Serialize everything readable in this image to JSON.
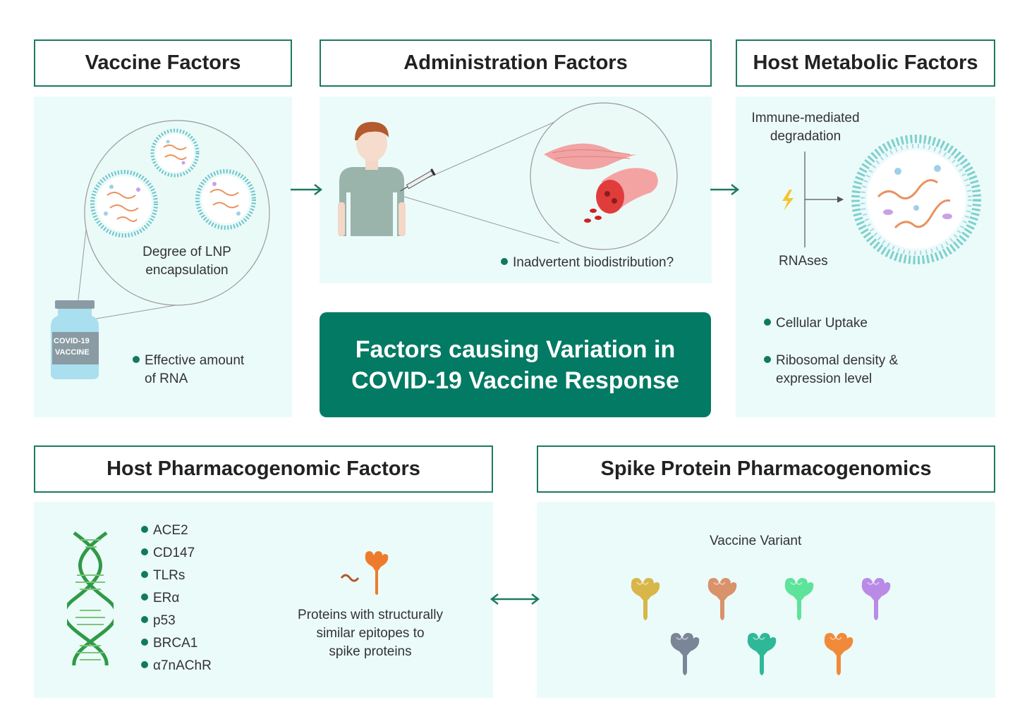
{
  "headers": {
    "vaccine": "Vaccine Factors",
    "administration": "Administration Factors",
    "host_metabolic": "Host Metabolic Factors",
    "host_pharmacogenomic": "Host Pharmacogenomic Factors",
    "spike": "Spike Protein Pharmacogenomics"
  },
  "center_title": {
    "line1": "Factors causing Variation in",
    "line2": "COVID-19 Vaccine Response"
  },
  "vaccine": {
    "vial_label_line1": "COVID-19",
    "vial_label_line2": "VACCINE",
    "lnp_label_line1": "Degree of LNP",
    "lnp_label_line2": "encapsulation",
    "bullet_line1": "Effective amount",
    "bullet_line2": "of RNA"
  },
  "administration": {
    "bullet": "Inadvertent biodistribution?"
  },
  "host_metabolic": {
    "immune_line1": "Immune-mediated",
    "immune_line2": "degradation",
    "rnases": "RNAses",
    "bullet1": "Cellular Uptake",
    "bullet2_line1": "Ribosomal density &",
    "bullet2_line2": "expression level"
  },
  "host_pharmacogenomic": {
    "genes": [
      "ACE2",
      "CD147",
      "TLRs",
      "ERα",
      "p53",
      "BRCA1",
      "α7nAChR"
    ],
    "proteins_line1": "Proteins with structurally",
    "proteins_line2": "similar epitopes to",
    "proteins_line3": "spike proteins"
  },
  "spike": {
    "variant_label": "Vaccine Variant",
    "variant_colors": [
      "#d8b64a",
      "#d9926a",
      "#5ee39a",
      "#b98be6",
      "#7a8598",
      "#2fb898",
      "#f08a3a"
    ]
  },
  "colors": {
    "accent": "#037a63",
    "panel_bg": "#ebfbf9",
    "border": "#1c7a62"
  }
}
